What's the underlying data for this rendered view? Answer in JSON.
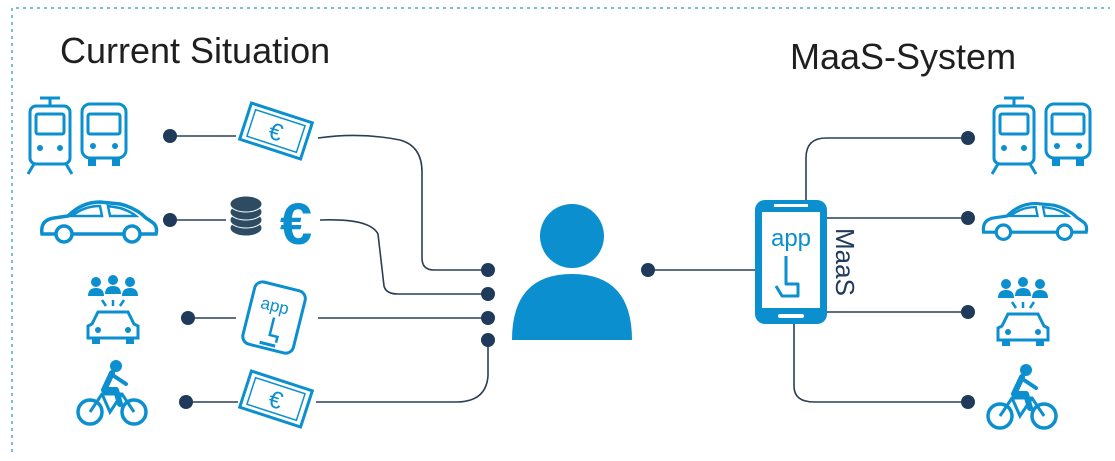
{
  "titles": {
    "left": "Current Situation",
    "right": "MaaS-System"
  },
  "labels": {
    "app": "app",
    "maas": "MaaS",
    "euro": "€"
  },
  "colors": {
    "accent": "#0b8fcf",
    "dot": "#1f3a5a",
    "line": "#2a3f56",
    "coin": "#2d4b63",
    "frame": "#4aa8d8"
  },
  "icons": {
    "left": [
      "tram-bus-icon",
      "car-icon",
      "carsharing-icon",
      "bike-icon"
    ],
    "left_payment": [
      "banknote-euro-icon",
      "coins-euro-icon",
      "phone-app-icon",
      "banknote-euro-icon"
    ],
    "center": "person-icon",
    "right": [
      "tram-bus-icon",
      "car-icon",
      "carsharing-icon",
      "bike-icon"
    ]
  }
}
